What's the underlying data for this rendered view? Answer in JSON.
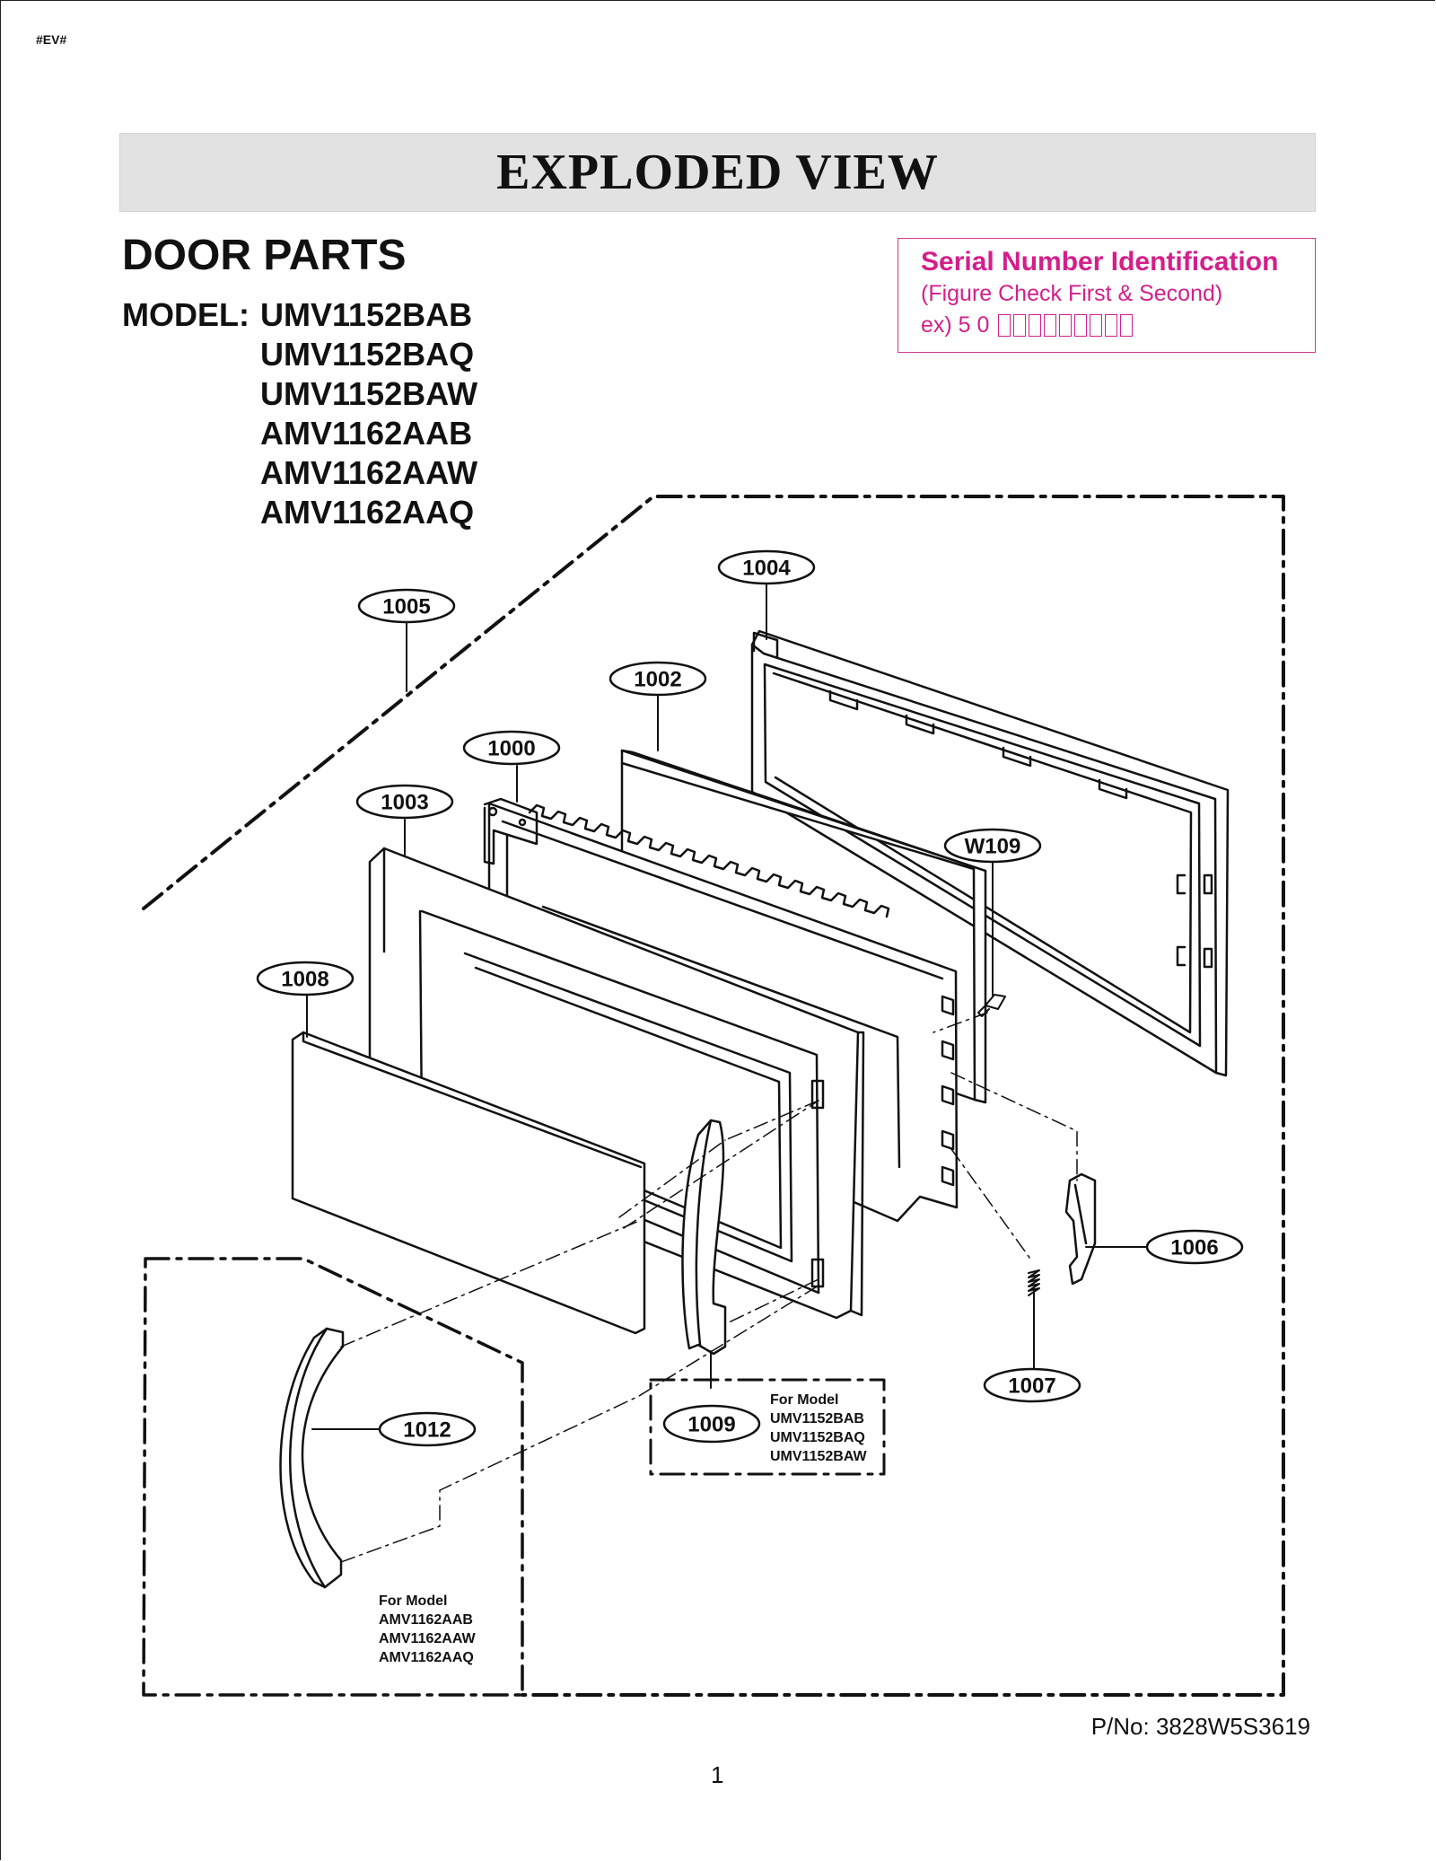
{
  "header": {
    "tag": "#EV#",
    "title": "EXPLODED VIEW"
  },
  "section": {
    "title": "DOOR PARTS",
    "model_label": "MODEL:",
    "models": [
      "UMV1152BAB",
      "UMV1152BAQ",
      "UMV1152BAW",
      "AMV1162AAB",
      "AMV1162AAW",
      "AMV1162AAQ"
    ]
  },
  "serial_box": {
    "title": "Serial Number Identification",
    "subtitle": "(Figure Check First & Second)",
    "example": "ex) 5 0",
    "color": "#d41f8a"
  },
  "callouts": {
    "c1000": "1000",
    "c1002": "1002",
    "c1003": "1003",
    "c1004": "1004",
    "c1005": "1005",
    "c1006": "1006",
    "c1007": "1007",
    "c1008": "1008",
    "c1009": "1009",
    "c1012": "1012",
    "cW109": "W109"
  },
  "notes": {
    "note_1009": {
      "heading": "For Model",
      "models": [
        "UMV1152BAB",
        "UMV1152BAQ",
        "UMV1152BAW"
      ]
    },
    "note_1012": {
      "heading": "For Model",
      "models": [
        "AMV1162AAB",
        "AMV1162AAW",
        "AMV1162AAQ"
      ]
    }
  },
  "footer": {
    "part_number": "P/No: 3828W5S3619",
    "page": "1"
  }
}
